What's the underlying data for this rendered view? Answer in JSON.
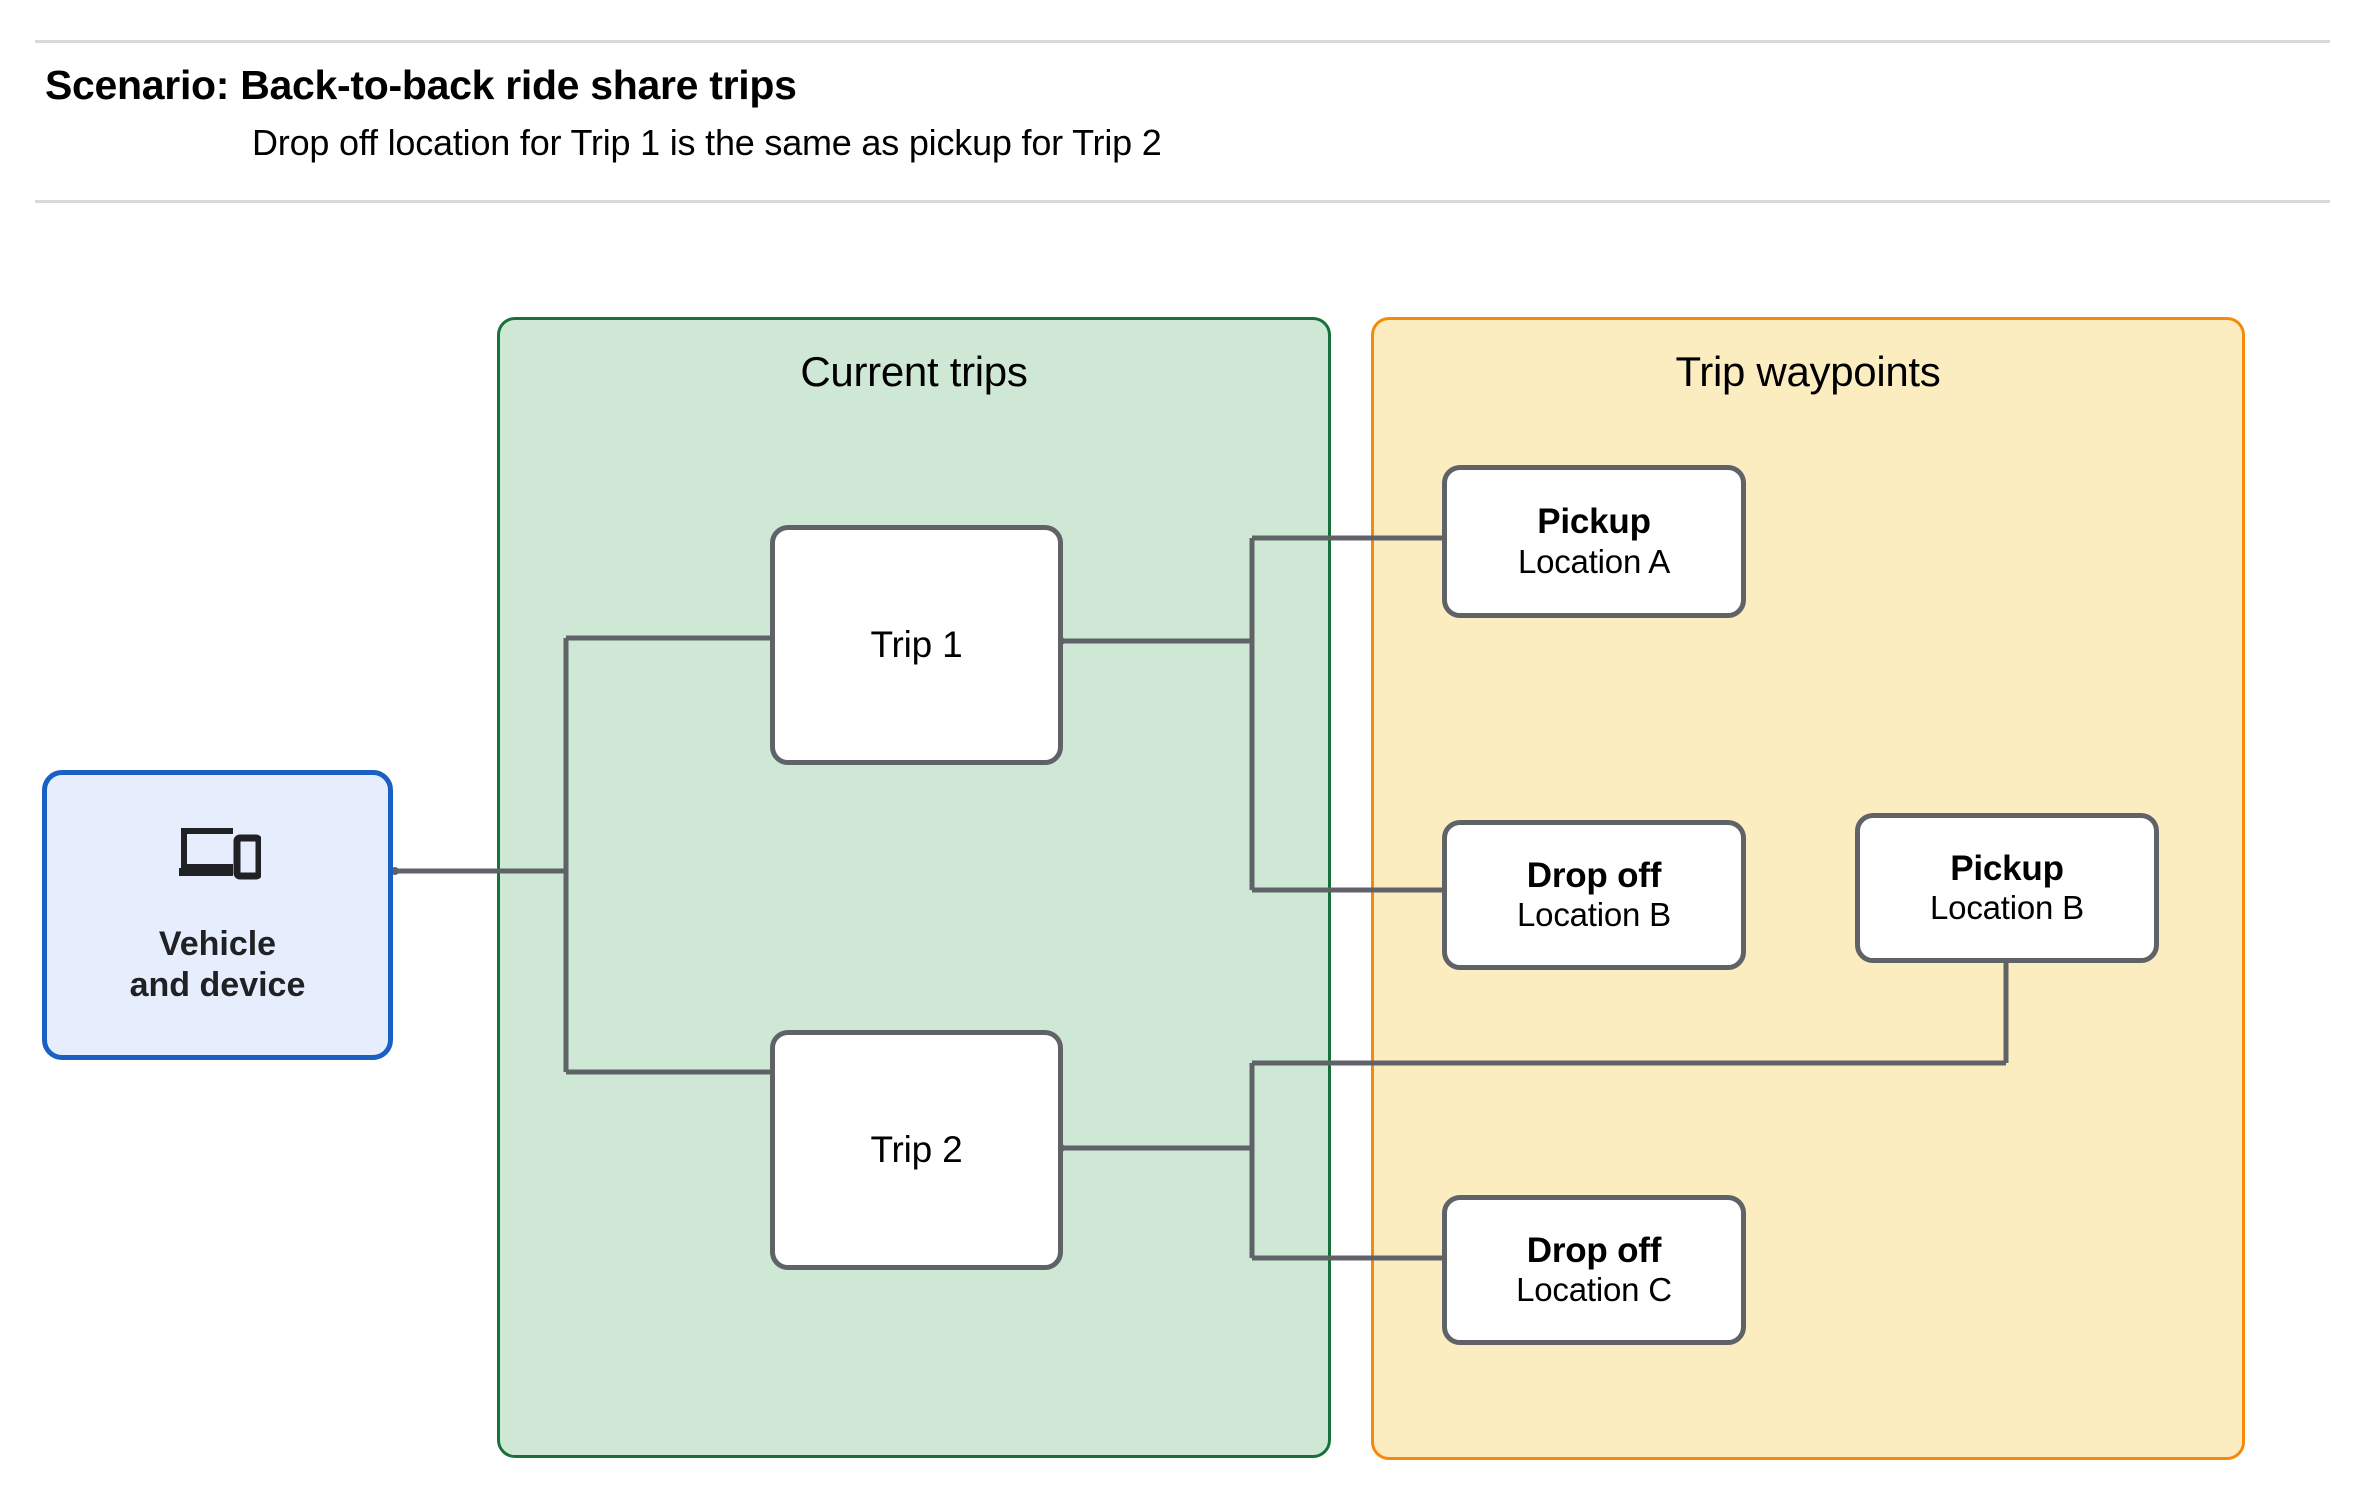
{
  "header": {
    "title": "Scenario: Back-to-back ride share trips",
    "subtitle": "Drop off  location for Trip 1 is the same as pickup for Trip 2"
  },
  "groups": {
    "current_trips": {
      "title": "Current trips",
      "fill": "#cee8d5",
      "border": "#17713a"
    },
    "trip_waypoints": {
      "title": "Trip waypoints",
      "fill": "#fcedc0",
      "border": "#f58a0a"
    }
  },
  "vehicle": {
    "icon": "devices-icon",
    "label": "Vehicle\nand device",
    "fill": "#e6edfd",
    "border": "#1a5fc4"
  },
  "trips": [
    {
      "label": "Trip 1"
    },
    {
      "label": "Trip 2"
    }
  ],
  "waypoints": [
    {
      "type": "Pickup",
      "location": "Location A"
    },
    {
      "type": "Drop off",
      "location": "Location B"
    },
    {
      "type": "Pickup",
      "location": "Location B"
    },
    {
      "type": "Drop off",
      "location": "Location C"
    }
  ],
  "colors": {
    "connector": "#5f6368",
    "node_border": "#5f6368",
    "rule": "#d9d9d9",
    "text": "#000000"
  }
}
